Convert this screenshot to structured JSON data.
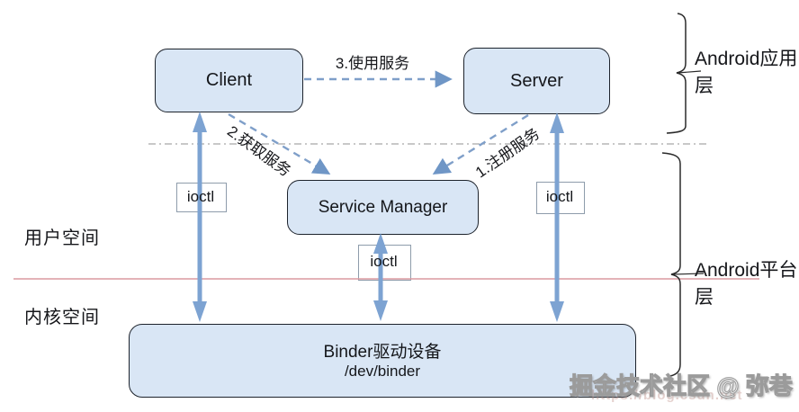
{
  "nodes": {
    "client": {
      "label": "Client"
    },
    "server": {
      "label": "Server"
    },
    "service_manager": {
      "label": "Service Manager"
    },
    "binder": {
      "title": "Binder驱动设备",
      "path": "/dev/binder"
    },
    "ioctl": {
      "label": "ioctl"
    }
  },
  "edges": {
    "register_service": {
      "label": "1.注册服务"
    },
    "get_service": {
      "label": "2.获取服务"
    },
    "use_service": {
      "label": "3.使用服务"
    }
  },
  "regions": {
    "user_space": {
      "label": "用户空间"
    },
    "kernel_space": {
      "label": "内核空间"
    },
    "android_app_layer": {
      "label": "Android应用层"
    },
    "android_platform_layer": {
      "label": "Android平台层"
    }
  },
  "watermark": {
    "text": "掘金技术社区 @ 弥巷",
    "url": "https://blog.csdn.net"
  },
  "colors": {
    "node_fill": "#d9e6f5",
    "node_border": "#1d232c",
    "solid_arrow": "#7da3d2",
    "dashed_arrow": "#7f9fc9",
    "separator_dash": "#a8a8a8",
    "separator_red": "#dc9aa0"
  }
}
